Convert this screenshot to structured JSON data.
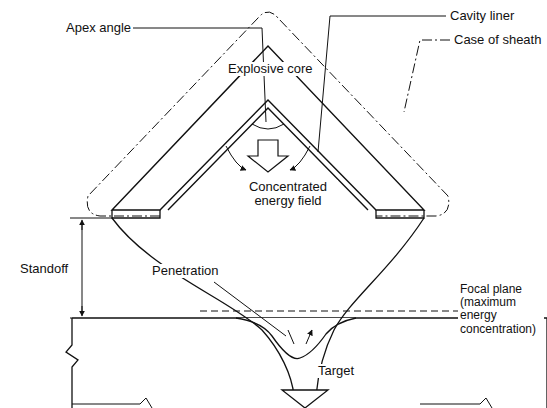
{
  "diagram": {
    "labels": [
      "Apex angle",
      "Cavity liner",
      "Case of sheath",
      "Explosive core",
      "Concentrated energy field",
      "Standoff",
      "Penetration",
      "Focal plane (maximum energy concentration)",
      "Target"
    ]
  }
}
